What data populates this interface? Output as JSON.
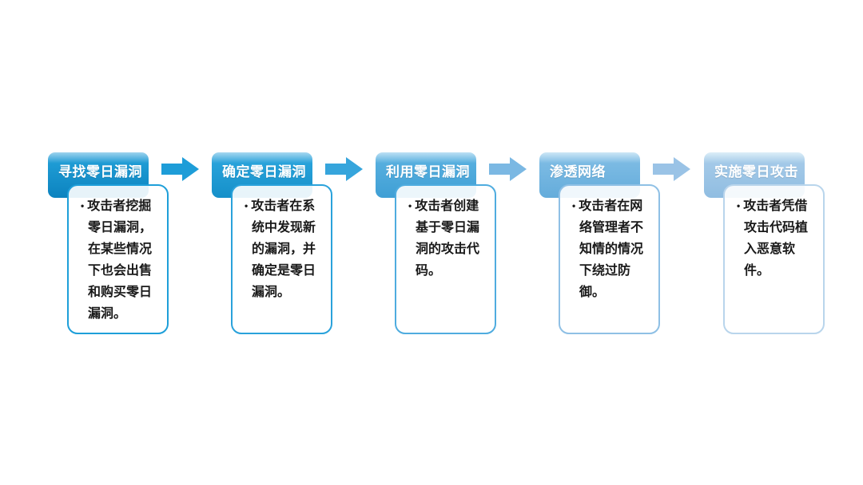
{
  "bullet": "•",
  "steps": [
    {
      "title": "寻找零日漏洞",
      "body": "攻击者挖掘零日漏洞，在某些情况下也会出售和购买零日漏洞。",
      "header_top_sheen": "#9ED3EE",
      "header_main": "#1E9BD4",
      "header_bottom": "#0C83BF",
      "card_border": "#1E9FD9",
      "arrow_color": "#1E9DD8"
    },
    {
      "title": "确定零日漏洞",
      "body": "攻击者在系统中发现新的漏洞，并确定是零日漏洞。",
      "header_top_sheen": "#A6D7F0",
      "header_main": "#28A2DA",
      "header_bottom": "#1590C9",
      "card_border": "#2AA2DB",
      "arrow_color": "#36A5DC"
    },
    {
      "title": "利用零日漏洞",
      "body": "攻击者创建基于零日漏洞的攻击代码。",
      "header_top_sheen": "#BCE0F4",
      "header_main": "#55AEDE",
      "header_bottom": "#3F9FD5",
      "card_border": "#4FACDF",
      "arrow_color": "#7BB8E3"
    },
    {
      "title": "渗透网络",
      "body": "攻击者在网络管理者不知情的情况下绕过防御。",
      "header_top_sheen": "#CDE7F6",
      "header_main": "#7BBAE3",
      "header_bottom": "#64ACDB",
      "card_border": "#8FC0E5",
      "arrow_color": "#9AC3E6"
    },
    {
      "title": "实施零日攻击",
      "body": "攻击者凭借攻击代码植入恶意软件。",
      "header_top_sheen": "#DCEEF8",
      "header_main": "#A3C9E8",
      "header_bottom": "#90BDE1",
      "card_border": "#B9D5EC",
      "arrow_color": null
    }
  ]
}
